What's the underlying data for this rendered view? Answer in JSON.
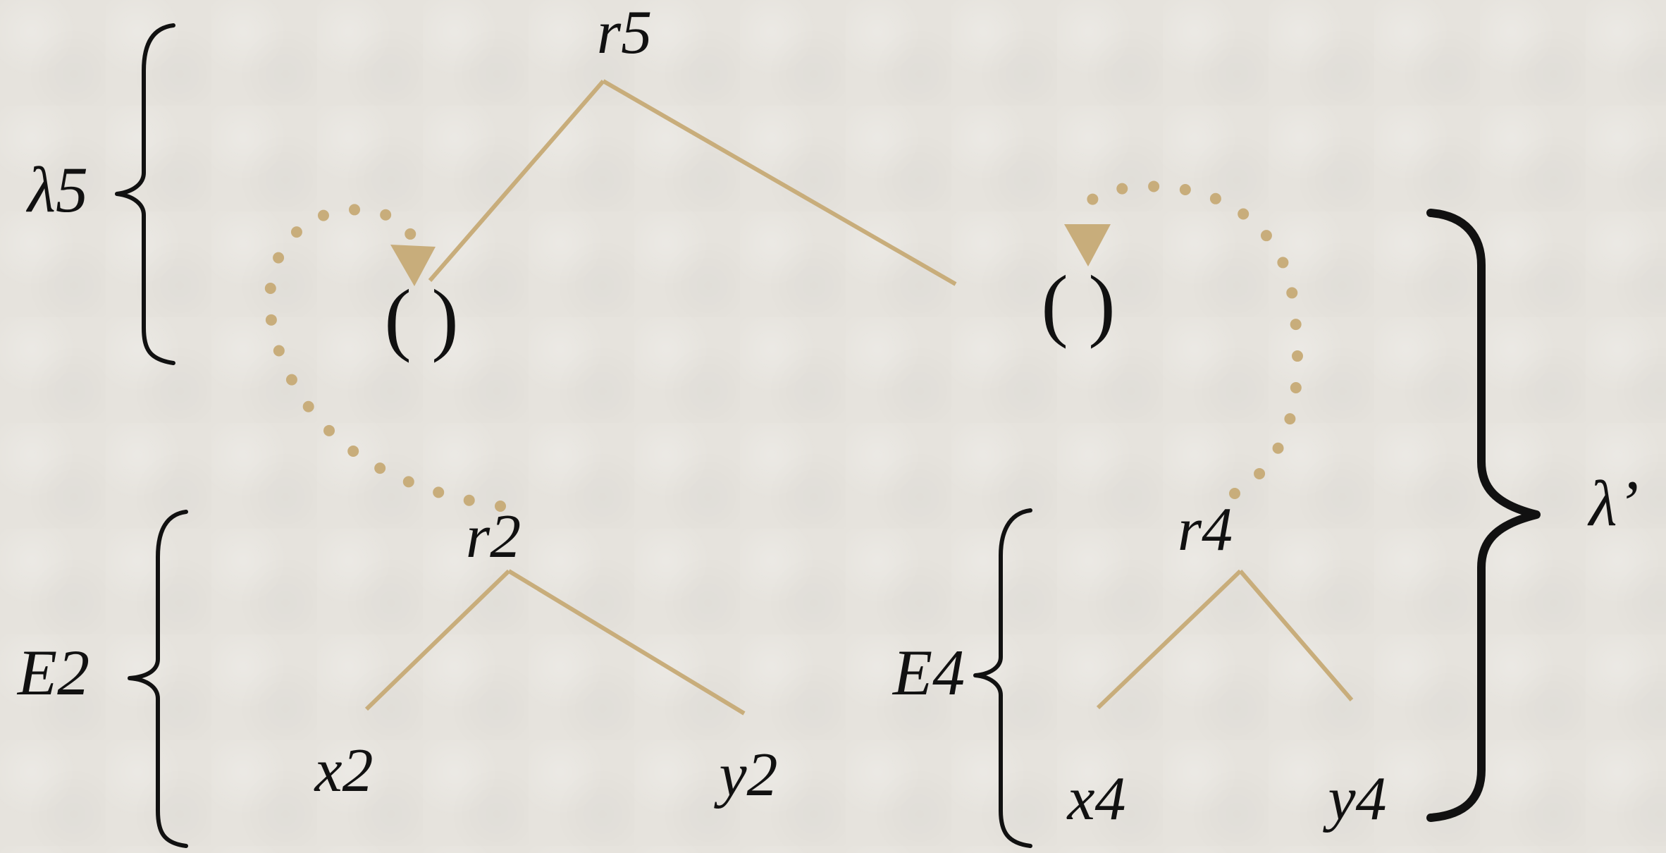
{
  "colors": {
    "edge": "#c8ad7b",
    "ink": "#111111",
    "background": "#e6e3dd"
  },
  "nodes": {
    "r5": "r5",
    "r2": "r2",
    "r4": "r4",
    "x2": "x2",
    "y2": "y2",
    "x4": "x4",
    "y4": "y4",
    "slot_left": "( )",
    "slot_right": "( )"
  },
  "groups": {
    "lambda5": "λ5",
    "e2": "E2",
    "e4": "E4",
    "lambda_prime": "λ’"
  }
}
